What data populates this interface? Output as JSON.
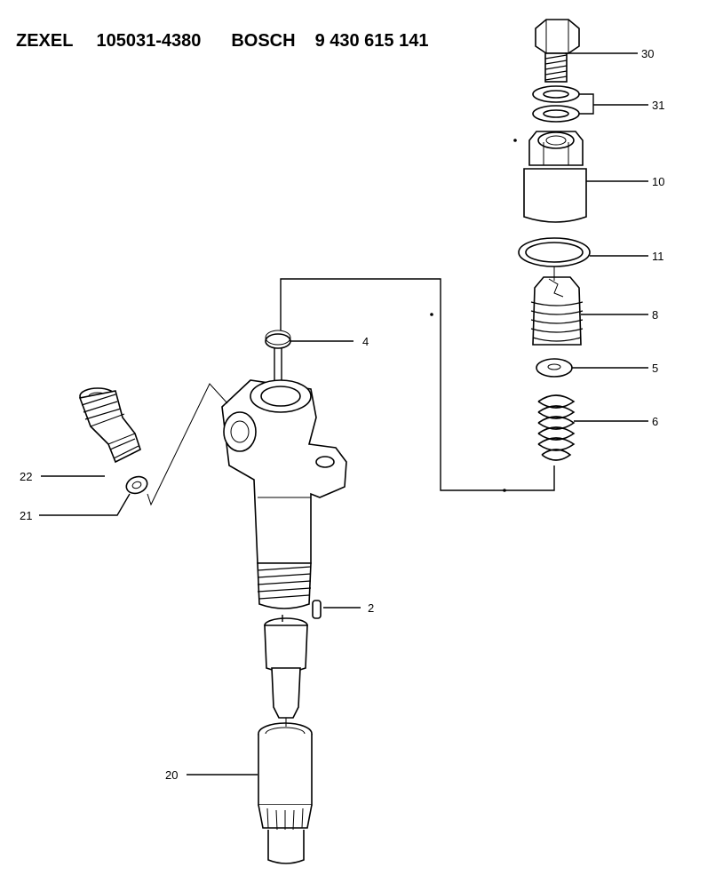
{
  "header": {
    "brand1": "ZEXEL",
    "part_number1": "105031-4380",
    "brand2": "BOSCH",
    "part_number2": "9 430 615 141"
  },
  "callouts": {
    "c30": "30",
    "c31": "31",
    "c10": "10",
    "c11": "11",
    "c8": "8",
    "c5": "5",
    "c6": "6",
    "c4": "4",
    "c22": "22",
    "c21": "21",
    "c2": "2",
    "c20": "20"
  }
}
